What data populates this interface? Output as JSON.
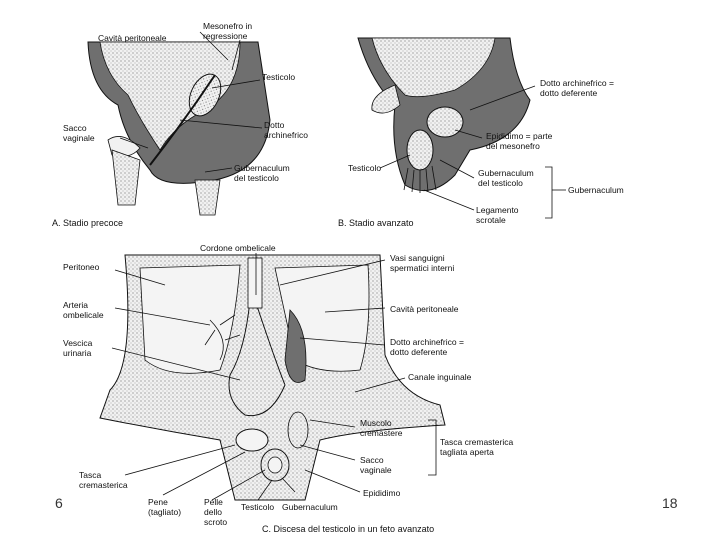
{
  "panels": {
    "A": {
      "caption": "A. Stadio precoce",
      "labels": {
        "peritoneal_cavity": "Cavità peritoneale",
        "mesonephros": "Mesonefro in\nregressione",
        "testis": "Testicolo",
        "vaginal_sac": "Sacco\nvaginale",
        "archinephric_duct": "Dotto\narchinefrico",
        "gubernaculum": "Gubernaculum\ndel testicolo"
      }
    },
    "B": {
      "caption": "B. Stadio avanzato",
      "labels": {
        "archinephric_duct": "Dotto archinefrico =\ndotto deferente",
        "epididymis": "Epididimo = parte\ndel mesonefro",
        "testis": "Testicolo",
        "gubernaculum_testis": "Gubernaculum\ndel testicolo",
        "gubernaculum": "Gubernaculum",
        "scrotal_ligament": "Legamento\nscrotale"
      }
    },
    "C": {
      "caption": "C. Discesa del testicolo in un feto avanzato",
      "labels": {
        "umbilical_cord": "Cordone ombelicale",
        "spermatic_vessels": "Vasi sanguigni\nspermatici interni",
        "peritoneum": "Peritoneo",
        "umbilical_artery": "Arteria\nombelicale",
        "peritoneal_cavity": "Cavità peritoneale",
        "vas_deferens": "Dotto archinefrico =\ndotto deferente",
        "bladder": "Vescica\nurinaria",
        "inguinal_canal": "Canale inguinale",
        "cremaster": "Muscolo\ncremastere",
        "cremasteric_pouch_open": "Tasca cremasterica\ntagliata aperta",
        "vaginal_sac": "Sacco\nvaginale",
        "cremasteric_pouch": "Tasca\ncremasterica",
        "epididymis": "Epididimo",
        "penis": "Pene\n(tagliato)",
        "scrotal_skin": "Pelle\ndello\nscroto",
        "testis": "Testicolo",
        "gubernaculum": "Gubernaculum"
      }
    }
  },
  "footer": {
    "left": "6",
    "right": "18"
  },
  "colors": {
    "tissue": "#6f6f6f",
    "stipple": "#d9d9d9",
    "ink": "#111111"
  }
}
